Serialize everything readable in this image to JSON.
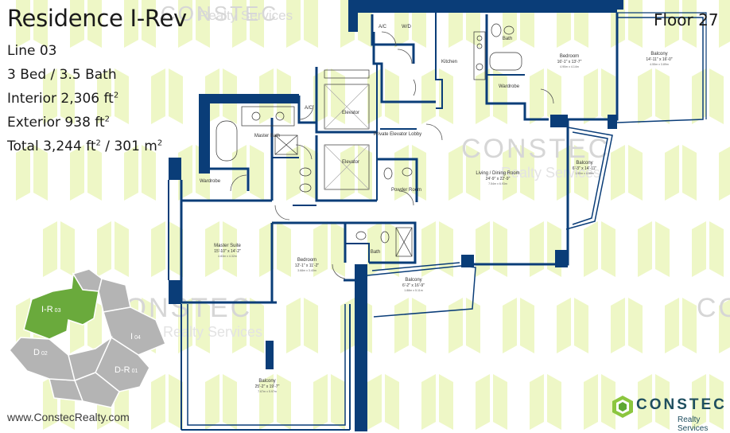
{
  "header": {
    "title": "Residence I-Rev",
    "line": "Line 03",
    "beds_baths": "3 Bed / 3.5 Bath",
    "interior": {
      "label": "Interior 2,306 ft",
      "exp": "2"
    },
    "exterior": {
      "label": "Exterior 938 ft",
      "exp": "2"
    },
    "total": {
      "label": "Total 3,244 ft",
      "exp": "2",
      "metric": " / 301 m",
      "metric_exp": "2"
    },
    "floor": "Floor 27"
  },
  "footer": {
    "website": "www.ConstecRealty.com"
  },
  "watermark": {
    "word": "CONSTEC",
    "sub": "Realty Services"
  },
  "logo": {
    "word": "CONSTEC",
    "sub": "Realty Services"
  },
  "colors": {
    "wall": "#0a3d78",
    "accent": "#5ea832",
    "pattern": "#eef7c6",
    "keymap_unit": "#6aaa3c",
    "keymap_other": "#b4b4b4"
  },
  "rooms": {
    "ac_top": "A/C",
    "wd": "W/D",
    "kitchen": "Kitchen",
    "bath_top": "Bath",
    "bedroom_ne": {
      "name": "Bedroom",
      "dim": "16'-1\" x 13'-7\"",
      "metric": "4.90m x 4.14m"
    },
    "wardrobe_ne": "Wardrobe",
    "balcony_ne": {
      "name": "Balcony",
      "dim": "14'-11\" x 16'-0\"",
      "metric": "4.55m x 3.89m"
    },
    "ac_mid": "A/C",
    "elevator_1": "Elevator",
    "elevator_2": "Elevator",
    "master_bath": "Master Bath",
    "private_lobby": "Private Elevator Lobby",
    "powder_room": "Powder Room",
    "wardrobe_master": "Wardrobe",
    "living": {
      "name": "Living / Dining Room",
      "dim": "24'-9\" x 22'-9\"",
      "metric": "7.54m x 6.93m"
    },
    "balcony_east": {
      "name": "Balcony",
      "dim": "6'-3\" x 14'-11\"",
      "metric": "1.90m x 4.55m"
    },
    "master_suite": {
      "name": "Master Suite",
      "dim": "15'-10\" x 14'-2\"",
      "metric": "4.83m x 4.32m"
    },
    "bedroom_mid": {
      "name": "Bedroom",
      "dim": "12'-1\" x 11'-2\"",
      "metric": "3.68m x 3.40m"
    },
    "bath_mid": "Bath",
    "balcony_mid": {
      "name": "Balcony",
      "dim": "6'-2\" x 16'-9\"",
      "metric": "1.88m x 5.11m"
    },
    "balcony_south": {
      "name": "Balcony",
      "dim": "25'-2\" x 19'-7\"",
      "metric": "7.67m x 5.97m"
    }
  },
  "keymap": {
    "unit": {
      "letter": "I-R",
      "line": "03"
    },
    "i": {
      "letter": "I",
      "line": "04"
    },
    "d": {
      "letter": "D",
      "line": "02"
    },
    "dr": {
      "letter": "D-R",
      "line": "01"
    }
  }
}
